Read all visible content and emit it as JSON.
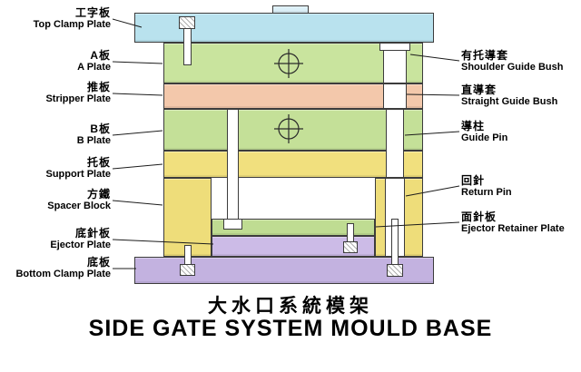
{
  "title": {
    "chinese": "大水口系統模架",
    "english": "SIDE GATE SYSTEM MOULD BASE"
  },
  "labels_left": [
    {
      "zh": "工字板",
      "en": "Top Clamp Plate"
    },
    {
      "zh": "A板",
      "en": "A Plate"
    },
    {
      "zh": "推板",
      "en": "Stripper Plate"
    },
    {
      "zh": "B板",
      "en": "B Plate"
    },
    {
      "zh": "托板",
      "en": "Support Plate"
    },
    {
      "zh": "方鐵",
      "en": "Spacer Block"
    },
    {
      "zh": "底針板",
      "en": "Ejector Plate"
    },
    {
      "zh": "底板",
      "en": "Bottom Clamp Plate"
    }
  ],
  "labels_right": [
    {
      "zh": "有托導套",
      "en": "Shoulder Guide Bush"
    },
    {
      "zh": "直導套",
      "en": "Straight Guide Bush"
    },
    {
      "zh": "導柱",
      "en": "Guide Pin"
    },
    {
      "zh": "回針",
      "en": "Return Pin"
    },
    {
      "zh": "面針板",
      "en": "Ejector Retainer Plate"
    }
  ],
  "colors": {
    "top_clamp_plate": "#b9e2ee",
    "locating_ring": "#dcf0f8",
    "a_plate": "#c9e49e",
    "stripper_plate": "#f3c8ab",
    "b_plate": "#c4e098",
    "support_plate": "#f1e07e",
    "spacer_block": "#eedd7a",
    "ejector_retainer_plate": "#bfdc92",
    "ejector_plate": "#ccbbe7",
    "bottom_clamp_plate": "#c3b2e0",
    "pin_fill": "#ffffff"
  }
}
